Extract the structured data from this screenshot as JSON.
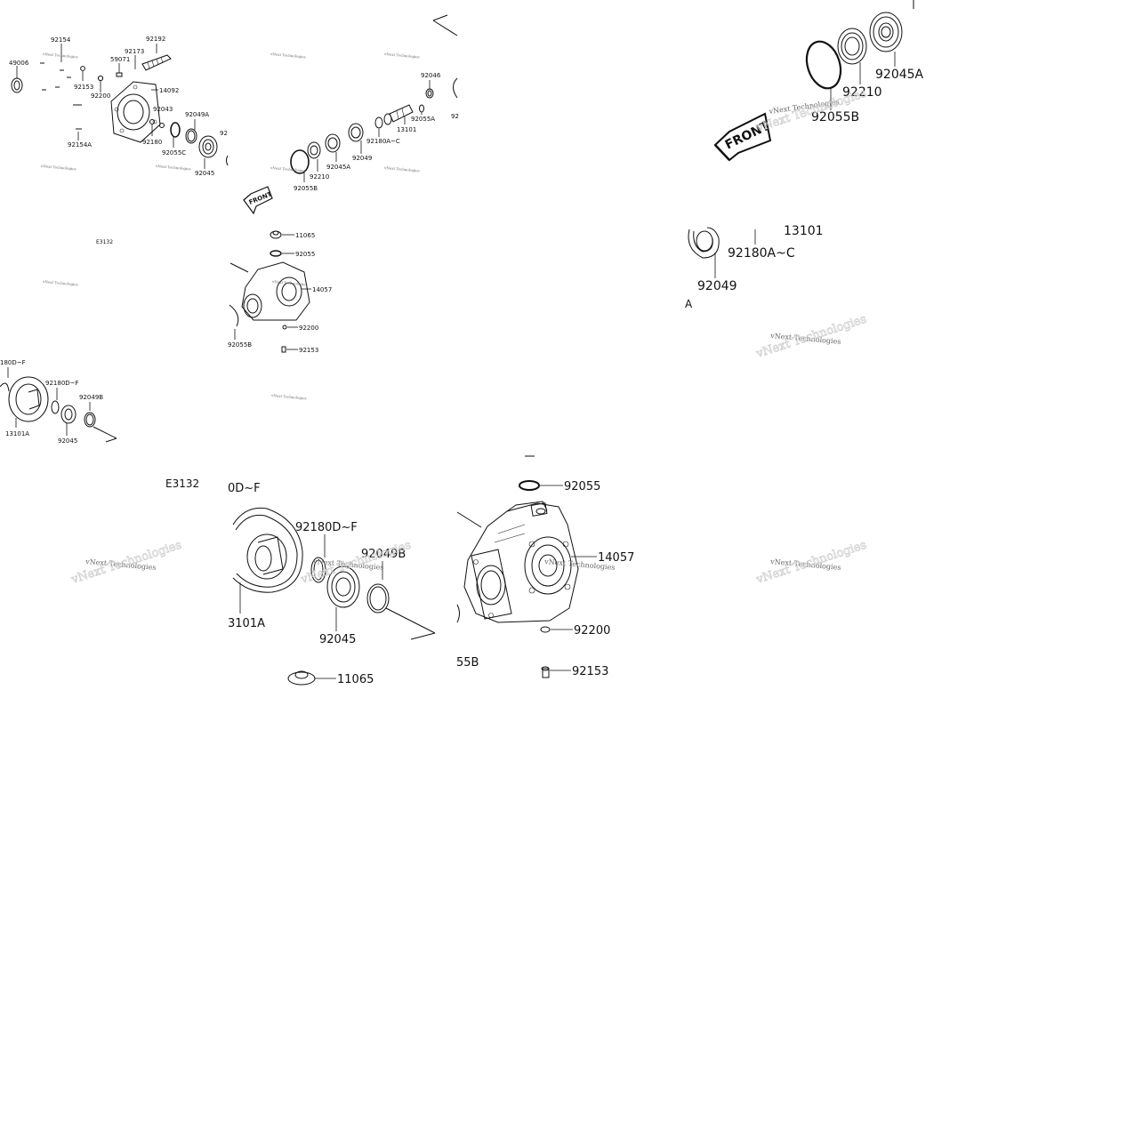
{
  "diagram": {
    "group_code_small": "E3132",
    "group_code_large": "E3132",
    "watermark_text": "vNext Technologies",
    "front_label": "FRONT"
  },
  "labels_small_top": {
    "p49006": "49006",
    "p92154": "92154",
    "p59071": "59071",
    "p92173": "92173",
    "p92192": "92192",
    "p92153": "92153",
    "p92200": "92200",
    "p14092": "14092",
    "p92043": "92043",
    "p92049A": "92049A",
    "p92180": "92180",
    "p92055C": "92055C",
    "p92045": "92045",
    "p92154A": "92154A",
    "p92046": "92046",
    "p92055A": "92055A",
    "p13101": "13101",
    "p92180AC": "92180A~C",
    "p92049": "92049",
    "p92045A": "92045A",
    "p92210": "92210",
    "p92055B": "92055B"
  },
  "labels_small_case": {
    "p11065": "11065",
    "p92055": "92055",
    "p14057": "14057",
    "p92200": "92200",
    "p92153": "92153",
    "p92055B": "92055B"
  },
  "labels_small_left": {
    "p92180DF_cut": "180D~F",
    "p92180DF": "92180D~F",
    "p92049B": "92049B",
    "p13101A": "13101A",
    "p92045": "92045"
  },
  "labels_zoom_top_right": {
    "p92045A": "92045A",
    "p92210": "92210",
    "p92055B": "92055B"
  },
  "labels_zoom_mid_right": {
    "p13101": "13101",
    "p92180AC": "92180A~C",
    "p92049": "92049",
    "cut_A": "A"
  },
  "labels_zoom_left": {
    "p92180DF_cut": "0D~F",
    "p92180DF": "92180D~F",
    "p92049B": "92049B",
    "p13101A": "3101A",
    "p92045": "92045",
    "p11065": "11065"
  },
  "labels_zoom_case": {
    "p92055": "92055",
    "p14057": "14057",
    "p92200": "92200",
    "p92153": "92153",
    "p92055B_cut": "55B"
  }
}
